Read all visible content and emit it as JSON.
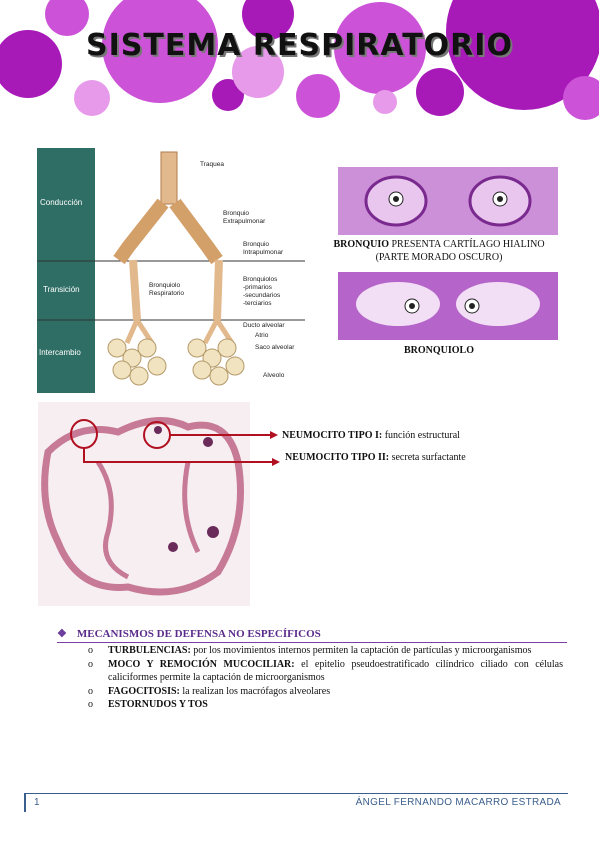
{
  "header": {
    "title": "SISTEMA RESPIRATORIO",
    "colors": {
      "bubble_dark": "#a71ab8",
      "bubble_mid": "#cc52d8",
      "bubble_light": "#e79ae9"
    }
  },
  "lung_figure": {
    "zones": [
      "Conducción",
      "Transición",
      "Intercambio"
    ],
    "labels": {
      "traquea": "Traquea",
      "bronquio_extra_1": "Bronquio",
      "bronquio_extra_2": "Extrapulmonar",
      "bronquio_intra_1": "Bronquio",
      "bronquio_intra_2": "Intrapulmonar",
      "bronquiolo_resp_1": "Bronquiolo",
      "bronquiolo_resp_2": "Respiratorio",
      "bronquiolos_1": "Bronquiolos",
      "bronquiolos_2": "-primarios",
      "bronquiolos_3": "-secundarios",
      "bronquiolos_4": "-terciarios",
      "ducto": "Ducto alveolar",
      "atrio": "Atrio",
      "saco": "Saco alveolar",
      "alveolo": "Alveolo"
    },
    "colors": {
      "sidebar": "#2e6e64",
      "airway": "#e2b98c",
      "alveoli": "#f1e3bf"
    }
  },
  "histology": {
    "bronquio_caption_bold": "BRONQUIO",
    "bronquio_caption_rest": " PRESENTA CARTÍLAGO HIALINO",
    "bronquio_caption_line2": "(PARTE MORADO OSCURO)",
    "bronquiolo_caption": "BRONQUIOLO",
    "colors": {
      "tissue": "#b565c9",
      "tissue_light": "#e8c6ee"
    }
  },
  "alveolus": {
    "neumocito1_bold": "NEUMOCITO TIPO I:",
    "neumocito1_text": " función estructural",
    "neumocito2_bold": "NEUMOCITO TIPO II:",
    "neumocito2_text": " secreta surfactante",
    "colors": {
      "marker": "#b01020",
      "wall": "#c77a95"
    }
  },
  "defense": {
    "heading": "MECANISMOS DE DEFENSA NO ESPECÍFICOS",
    "bullet_symbol": "o",
    "items": [
      {
        "bold": "TURBULENCIAS:",
        "text": " por los movimientos internos permiten la captación de partículas y microorganismos"
      },
      {
        "bold": "MOCO Y REMOCIÓN MUCOCILIAR:",
        "text": " el epitelio pseudoestratificado cilíndrico ciliado con células caliciformes permite la captación de microorganismos"
      },
      {
        "bold": "FAGOCITOSIS:",
        "text": " la realizan los macrófagos alveolares"
      },
      {
        "bold": "ESTORNUDOS Y TOS",
        "text": ""
      }
    ]
  },
  "footer": {
    "page": "1",
    "author": "ÁNGEL FERNANDO MACARRO ESTRADA"
  }
}
